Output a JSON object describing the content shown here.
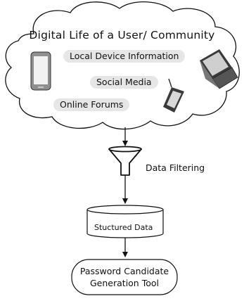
{
  "cloud": {
    "title": "Digital Life of a User/ Community",
    "sources": [
      "Local Device Information",
      "Social Media",
      "Online Forums"
    ]
  },
  "filter": {
    "label": "Data Filtering"
  },
  "database": {
    "label": "Stuctured Data"
  },
  "tool": {
    "line1": "Password Candidate",
    "line2": "Generation Tool"
  },
  "icons": [
    "smartphone-icon",
    "laptop-icon",
    "handheld-device-icon",
    "funnel-icon",
    "database-icon"
  ]
}
